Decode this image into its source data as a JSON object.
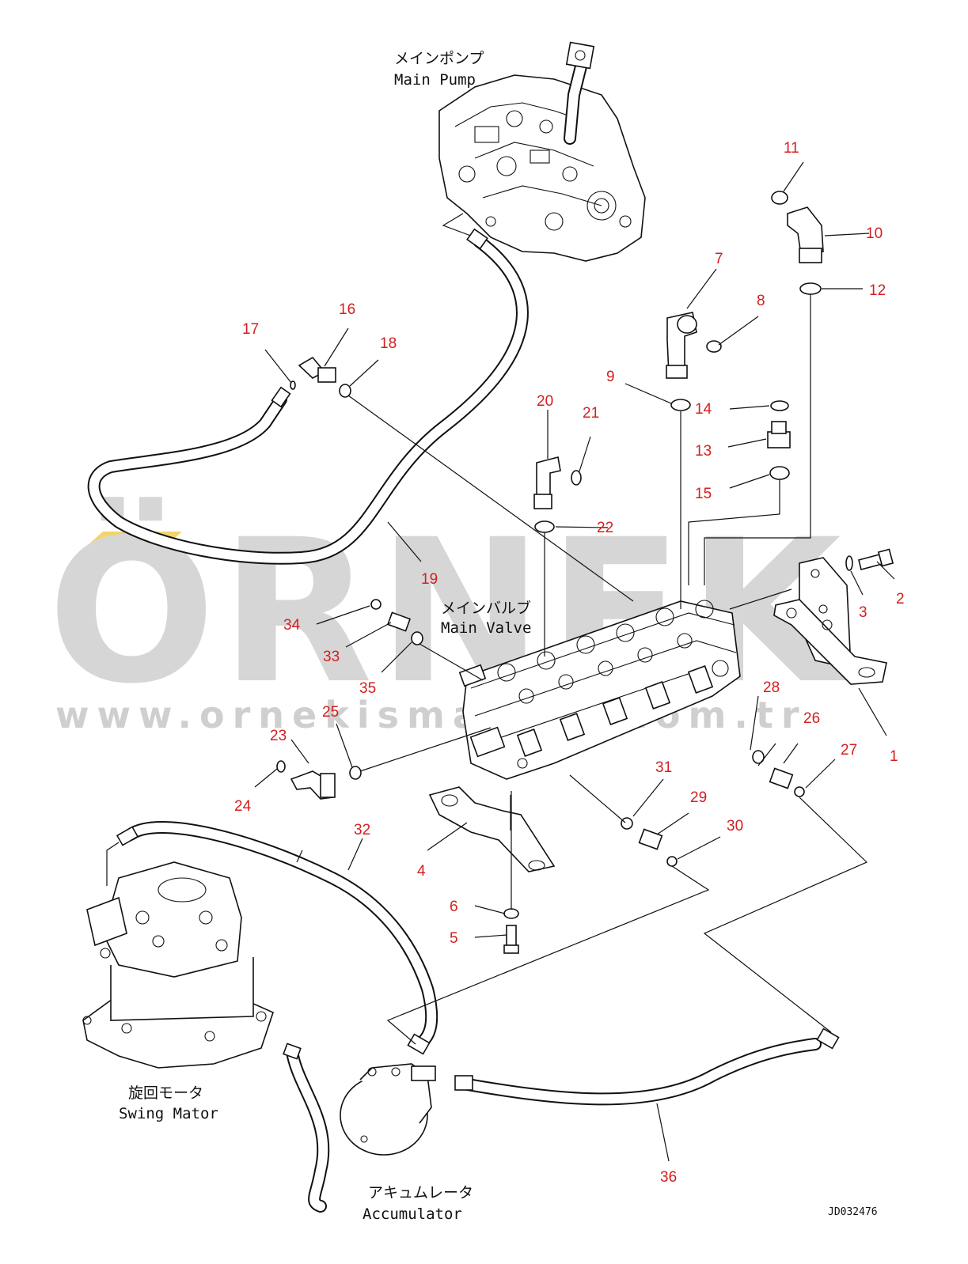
{
  "watermark": {
    "brand": "ÖRNEK",
    "url": "www.ornekismakina.com.tr",
    "accent_color": "#f2d46a"
  },
  "captions": {
    "main_pump_jp": "メインポンプ",
    "main_pump_en": "Main Pump",
    "main_valve_jp": "メインバルブ",
    "main_valve_en": "Main Valve",
    "swing_motor_jp": "旋回モータ",
    "swing_motor_en": "Swing Mator",
    "accumulator_jp": "アキュムレータ",
    "accumulator_en": "Accumulator"
  },
  "drawing_id": "JD032476",
  "callouts": [
    "1",
    "2",
    "3",
    "4",
    "5",
    "6",
    "7",
    "8",
    "9",
    "10",
    "11",
    "12",
    "13",
    "14",
    "15",
    "16",
    "17",
    "18",
    "19",
    "20",
    "21",
    "22",
    "23",
    "24",
    "25",
    "26",
    "27",
    "28",
    "29",
    "30",
    "31",
    "32",
    "33",
    "34",
    "35",
    "36"
  ],
  "colors": {
    "callout": "#d41f1f",
    "line": "#111111",
    "watermark": "#d6d6d6"
  }
}
